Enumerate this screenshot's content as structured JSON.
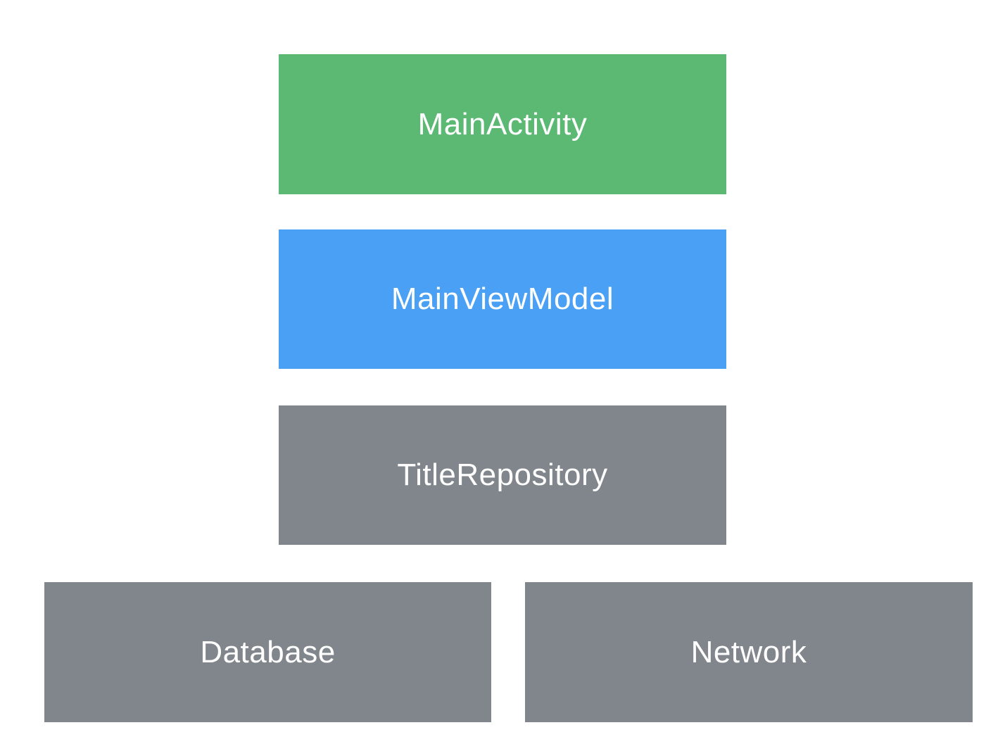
{
  "diagram": {
    "background_color": "#ffffff",
    "label_text_color": "#ffffff",
    "nodes": {
      "main_activity": {
        "label": "MainActivity",
        "color": "#5bb974"
      },
      "main_view_model": {
        "label": "MainViewModel",
        "color": "#4aa0f5"
      },
      "title_repository": {
        "label": "TitleRepository",
        "color": "#80868b"
      },
      "database": {
        "label": "Database",
        "color": "#80868b"
      },
      "network": {
        "label": "Network",
        "color": "#80868b"
      }
    }
  }
}
